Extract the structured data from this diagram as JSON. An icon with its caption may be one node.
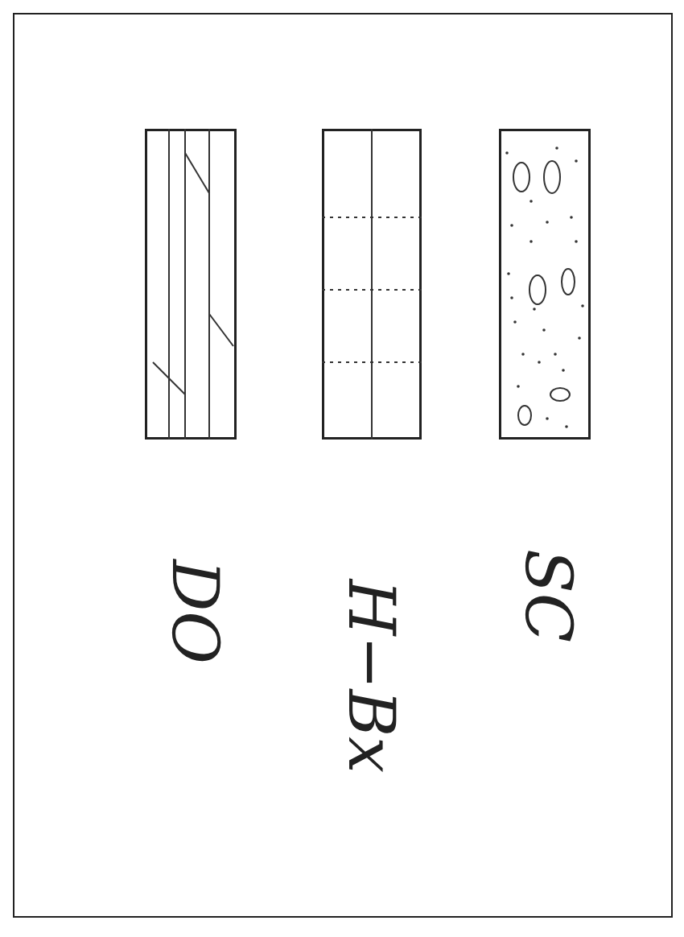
{
  "diagram": {
    "nodes": [
      {
        "text": [],
        "shape": "box",
        "beside": [
          "DO"
        ]
      },
      {
        "text": [],
        "shape": "box",
        "beside": [
          "H−Bx"
        ]
      },
      {
        "text": [],
        "shape": "box",
        "beside": [
          "SC"
        ]
      }
    ]
  }
}
